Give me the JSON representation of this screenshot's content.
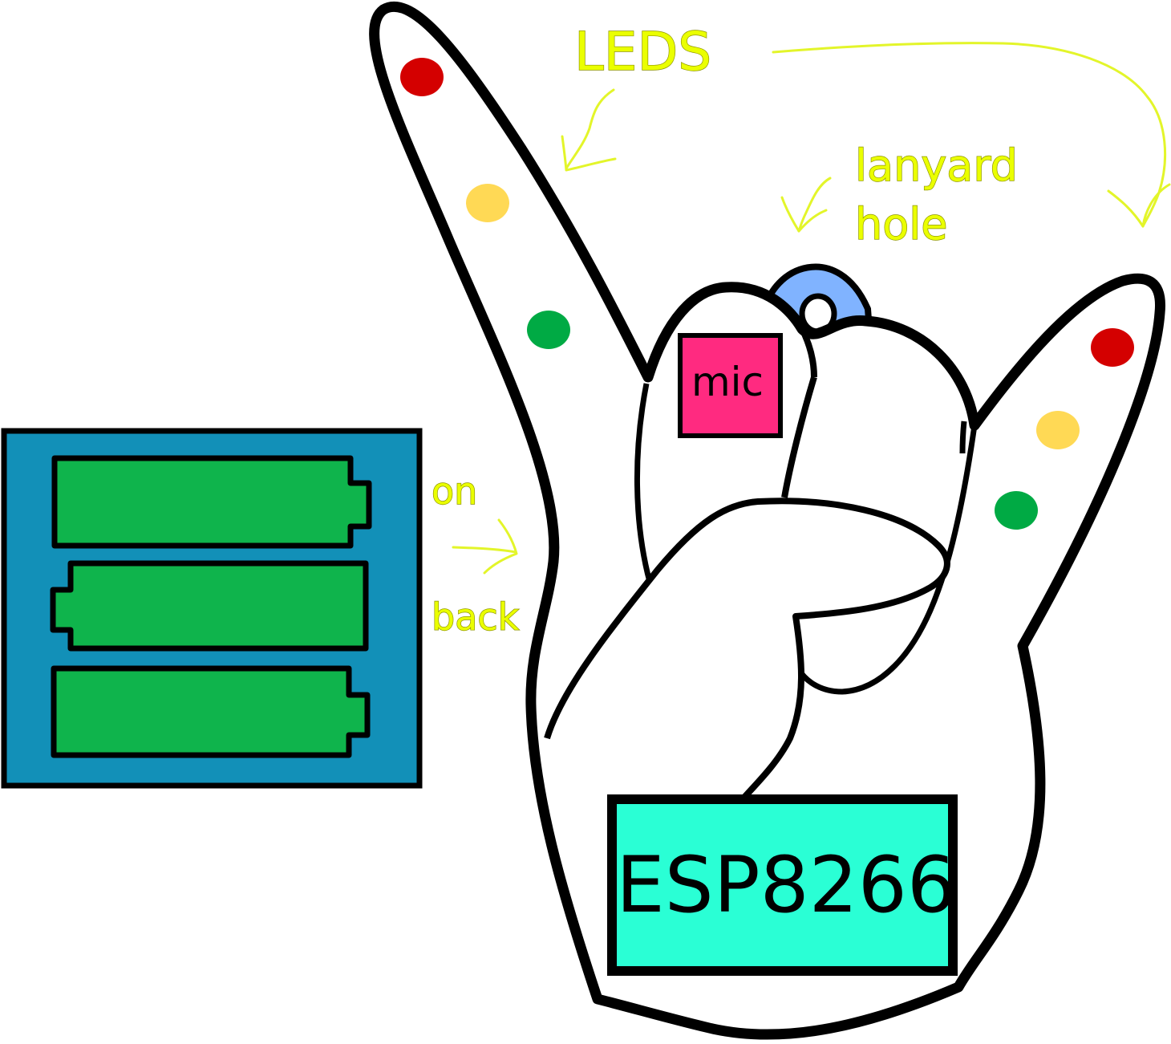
{
  "labels": {
    "leds": "LEDS",
    "lanyard_line1": "lanyard",
    "lanyard_line2": "hole",
    "on": "on",
    "back": "back",
    "mic": "mic",
    "esp": "ESP8266"
  },
  "colors": {
    "outline": "#000000",
    "hand_fill": "#ffffff",
    "annotation": "#eaff00",
    "battery_board": "#1290b8",
    "battery": "#0fb44c",
    "mic_box": "#ff2a80",
    "esp_box": "#2affd5",
    "lanyard_ring": "#80b3ff",
    "led_red": "#d40000",
    "led_yellow": "#ffd955",
    "led_green": "#00aa44"
  },
  "leds_left_finger": [
    "led_red",
    "led_yellow",
    "led_green"
  ],
  "leds_right_finger": [
    "led_red",
    "led_yellow",
    "led_green"
  ],
  "battery_count": 3
}
